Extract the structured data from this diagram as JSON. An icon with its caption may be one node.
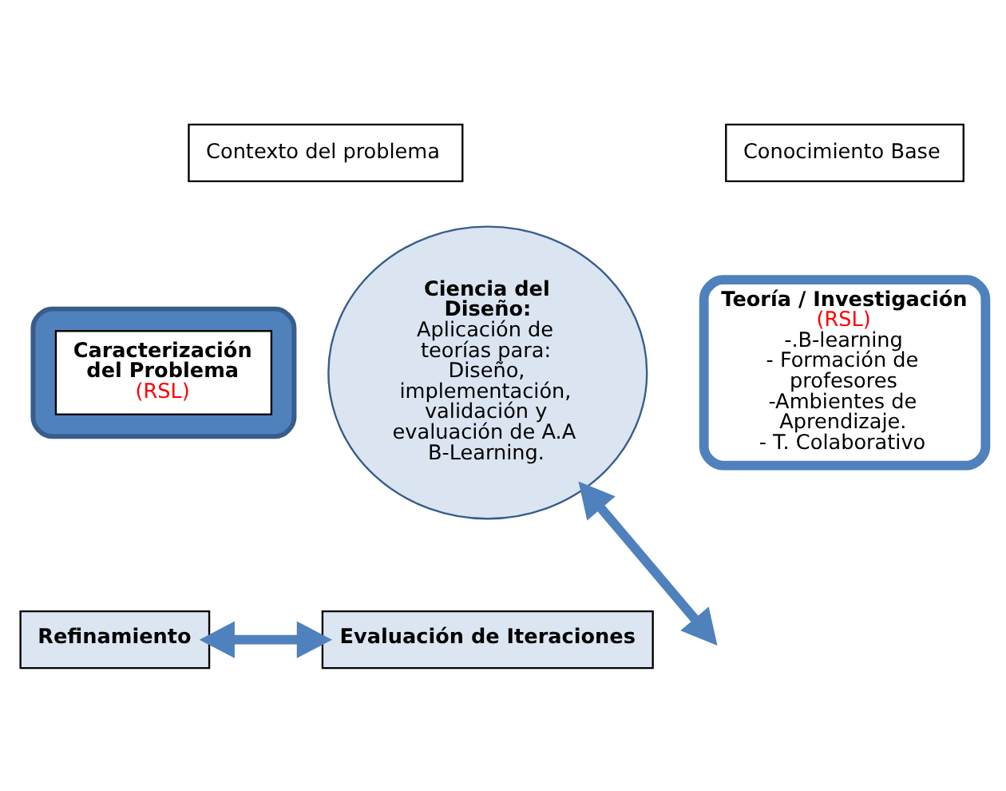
{
  "diagram": {
    "nodes": [
      {
        "text": [
          "Contexto del problema"
        ]
      },
      {
        "text": [],
        "shape": "box"
      },
      {
        "text": [
          "Caracterización del Problema",
          "(RSL)"
        ],
        "in": 1
      },
      {
        "text": [
          "Conocimiento Base"
        ]
      },
      {
        "text": [
          "Teoría / Investigación",
          "(RSL)",
          "-.B-learning",
          "- Formación de profesores",
          "-Ambientes de Aprendizaje.",
          "- T. Colaborativo"
        ]
      },
      {
        "text": [
          "Ciencia del Diseño:",
          "Aplicación de teorías para: Diseño, implementación, validación y evaluación de A.A B-Learning."
        ]
      },
      {
        "text": [
          "Refinamiento"
        ]
      },
      {
        "text": [
          "Evaluación de Iteraciones"
        ]
      }
    ],
    "edges": [
      {
        "from": 6,
        "to": 7,
        "arrow": "both"
      },
      {
        "from": null,
        "to": 5,
        "arrow": "both"
      }
    ]
  }
}
